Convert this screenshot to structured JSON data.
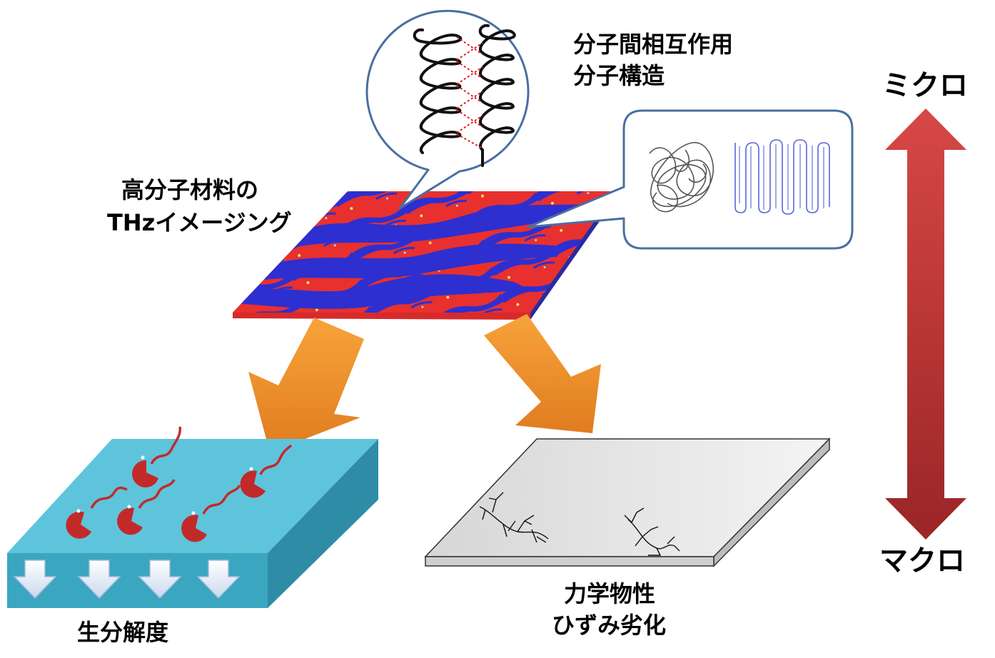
{
  "labels": {
    "micro_detail_1": "分子間相互作用",
    "micro_detail_2": "分子構造",
    "imaging_1": "高分子材料の",
    "imaging_2": "THzイメージング",
    "micro": "ミクロ",
    "macro": "マクロ",
    "mechanical_1": "力学物性",
    "mechanical_2": "ひずみ劣化",
    "biodegradation": "生分解度"
  },
  "colors": {
    "map_red": "#e8302e",
    "map_blue": "#2d2fd0",
    "orange_arrow": "#f39a2e",
    "scale_arrow": "#b8302f",
    "block_top": "#5ec4dc",
    "block_side": "#3aa6c0",
    "slab_top": "#e3e3e3",
    "bubble_border": "#4a6fa0",
    "helix": "#111111",
    "bond": "#e21e1e",
    "microbe": "#c22a2a",
    "chain_blue": "#5a66d8"
  }
}
